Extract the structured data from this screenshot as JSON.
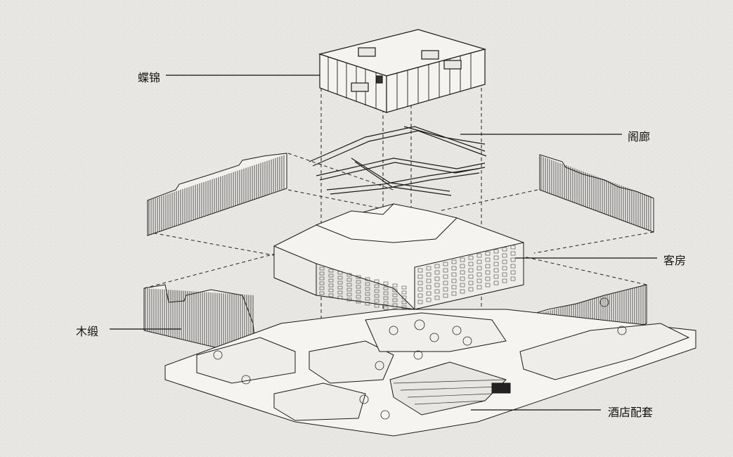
{
  "labels": {
    "roof": "蝶锦",
    "corridor": "阁廊",
    "rooms": "客房",
    "screen": "木缎",
    "facilities": "酒店配套"
  },
  "colors": {
    "background": "#e9e7e3",
    "line": "#1a1a1a",
    "paper": "#f4f3f0"
  }
}
